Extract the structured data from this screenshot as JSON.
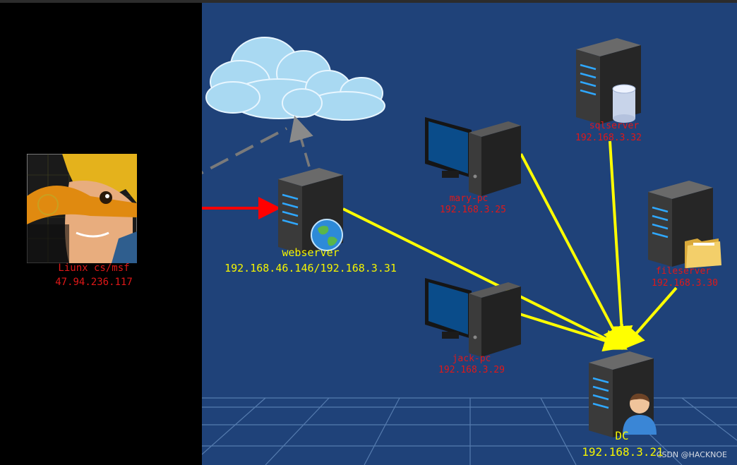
{
  "attacker": {
    "name": "Liunx cs/msf",
    "ip": "47.94.236.117"
  },
  "webserver": {
    "name": "webserver",
    "ip": "192.168.46.146/192.168.3.31"
  },
  "mary_pc": {
    "name": "mary-pc",
    "ip": "192.168.3.25"
  },
  "jack_pc": {
    "name": "jack-pc",
    "ip": "192.168.3.29"
  },
  "sqlserver": {
    "name": "sqlserver",
    "ip": "192.168.3.32"
  },
  "fileserver": {
    "name": "fileserver",
    "ip": "192.168.3.30"
  },
  "dc": {
    "name": "DC",
    "ip": "192.168.3.21"
  },
  "watermark": "CSDN @HACKNOE",
  "colors": {
    "background": "#1f4279",
    "attack_link": "#ff0000",
    "lan_link": "#ffff00",
    "internet_link": "#777777",
    "label_red": "#e01818",
    "label_yellow": "#f4f400"
  },
  "icons": [
    "cloud-icon",
    "avatar-icon",
    "server-icon",
    "globe-icon",
    "monitor-icon",
    "database-icon",
    "folder-icon",
    "user-icon"
  ]
}
